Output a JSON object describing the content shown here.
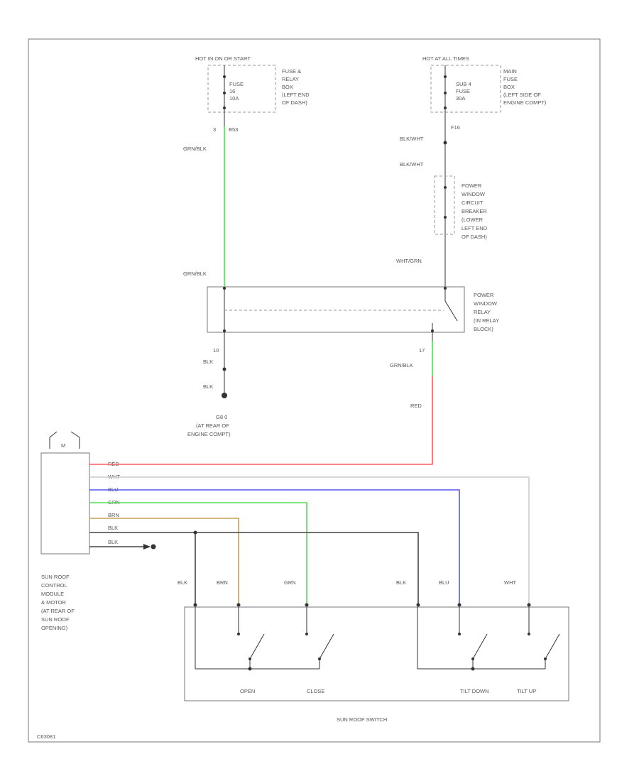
{
  "diagram": {
    "left_feed": {
      "title": "HOT IN ON OR START",
      "fuse_label": [
        "FUSE",
        "16",
        "10A"
      ],
      "location": [
        "FUSE &",
        "RELAY",
        "BOX",
        "(LEFT END",
        "OF DASH)"
      ],
      "pin": "3",
      "pin_terminal": "B53",
      "wire_top": "GRN/BLK"
    },
    "right_feed": {
      "title": "HOT AT ALL TIMES",
      "fuse_label": [
        "SUB 4",
        "FUSE",
        "30A"
      ],
      "location": [
        "MAIN",
        "FUSE",
        "BOX",
        "(LEFT SIDE OF",
        "ENGINE COMPT)"
      ],
      "pin_terminal": "F16",
      "wire1": "BLK/WHT",
      "wire2": "BLK/WHT",
      "breaker_label": [
        "POWER",
        "WINDOW",
        "CIRCUIT",
        "BREAKER",
        "(LOWER",
        "LEFT END",
        "OF DASH)"
      ],
      "wire3": "WHT/GRN"
    },
    "relay": {
      "wire_left": "GRN/BLK",
      "label": [
        "POWER",
        "WINDOW",
        "RELAY",
        "(IN RELAY",
        "BLOCK)"
      ],
      "pin_left": "10",
      "wire_left_out1": "BLK",
      "wire_left_out2": "BLK",
      "pin_right": "17",
      "wire_right_out": "GRN/BLK",
      "wire_red": "RED"
    },
    "ground": {
      "label": [
        "G8 0",
        "(AT REAR OF",
        "ENGINE COMPT)"
      ]
    },
    "module": {
      "motor": "M",
      "label": [
        "SUN ROOF",
        "CONTROL",
        "MODULE",
        "& MOTOR",
        "(AT REAR OF",
        "SUN ROOF",
        "OPENING)"
      ],
      "wires": [
        "RED",
        "WHT",
        "BLU",
        "GRN",
        "BRN",
        "BLK",
        "BLK"
      ]
    },
    "switch": {
      "wire_labels": [
        "BLK",
        "BRN",
        "GRN",
        "BLK",
        "BLU",
        "WHT"
      ],
      "positions": [
        "OPEN",
        "CLOSE",
        "TILT DOWN",
        "TILT UP"
      ],
      "label": "SUN ROOF SWITCH"
    },
    "code": "C63081",
    "colors": {
      "red": "#ff5a5a",
      "green": "#55dd55",
      "blue": "#5555ff",
      "brown": "#c8a050",
      "white": "#cccccc",
      "black": "#444444"
    }
  }
}
